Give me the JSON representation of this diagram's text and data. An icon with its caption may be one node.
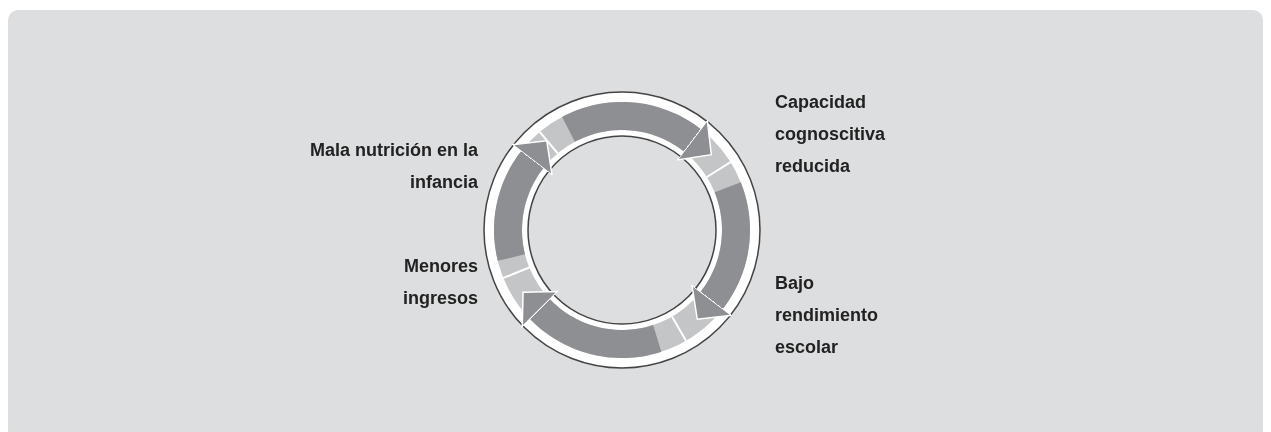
{
  "diagram": {
    "labels": [
      "Mala nutrición en la infancia",
      "Capacidad cognoscitiva reducida",
      "Bajo rendimiento escolar",
      "Menores ingresos"
    ]
  }
}
